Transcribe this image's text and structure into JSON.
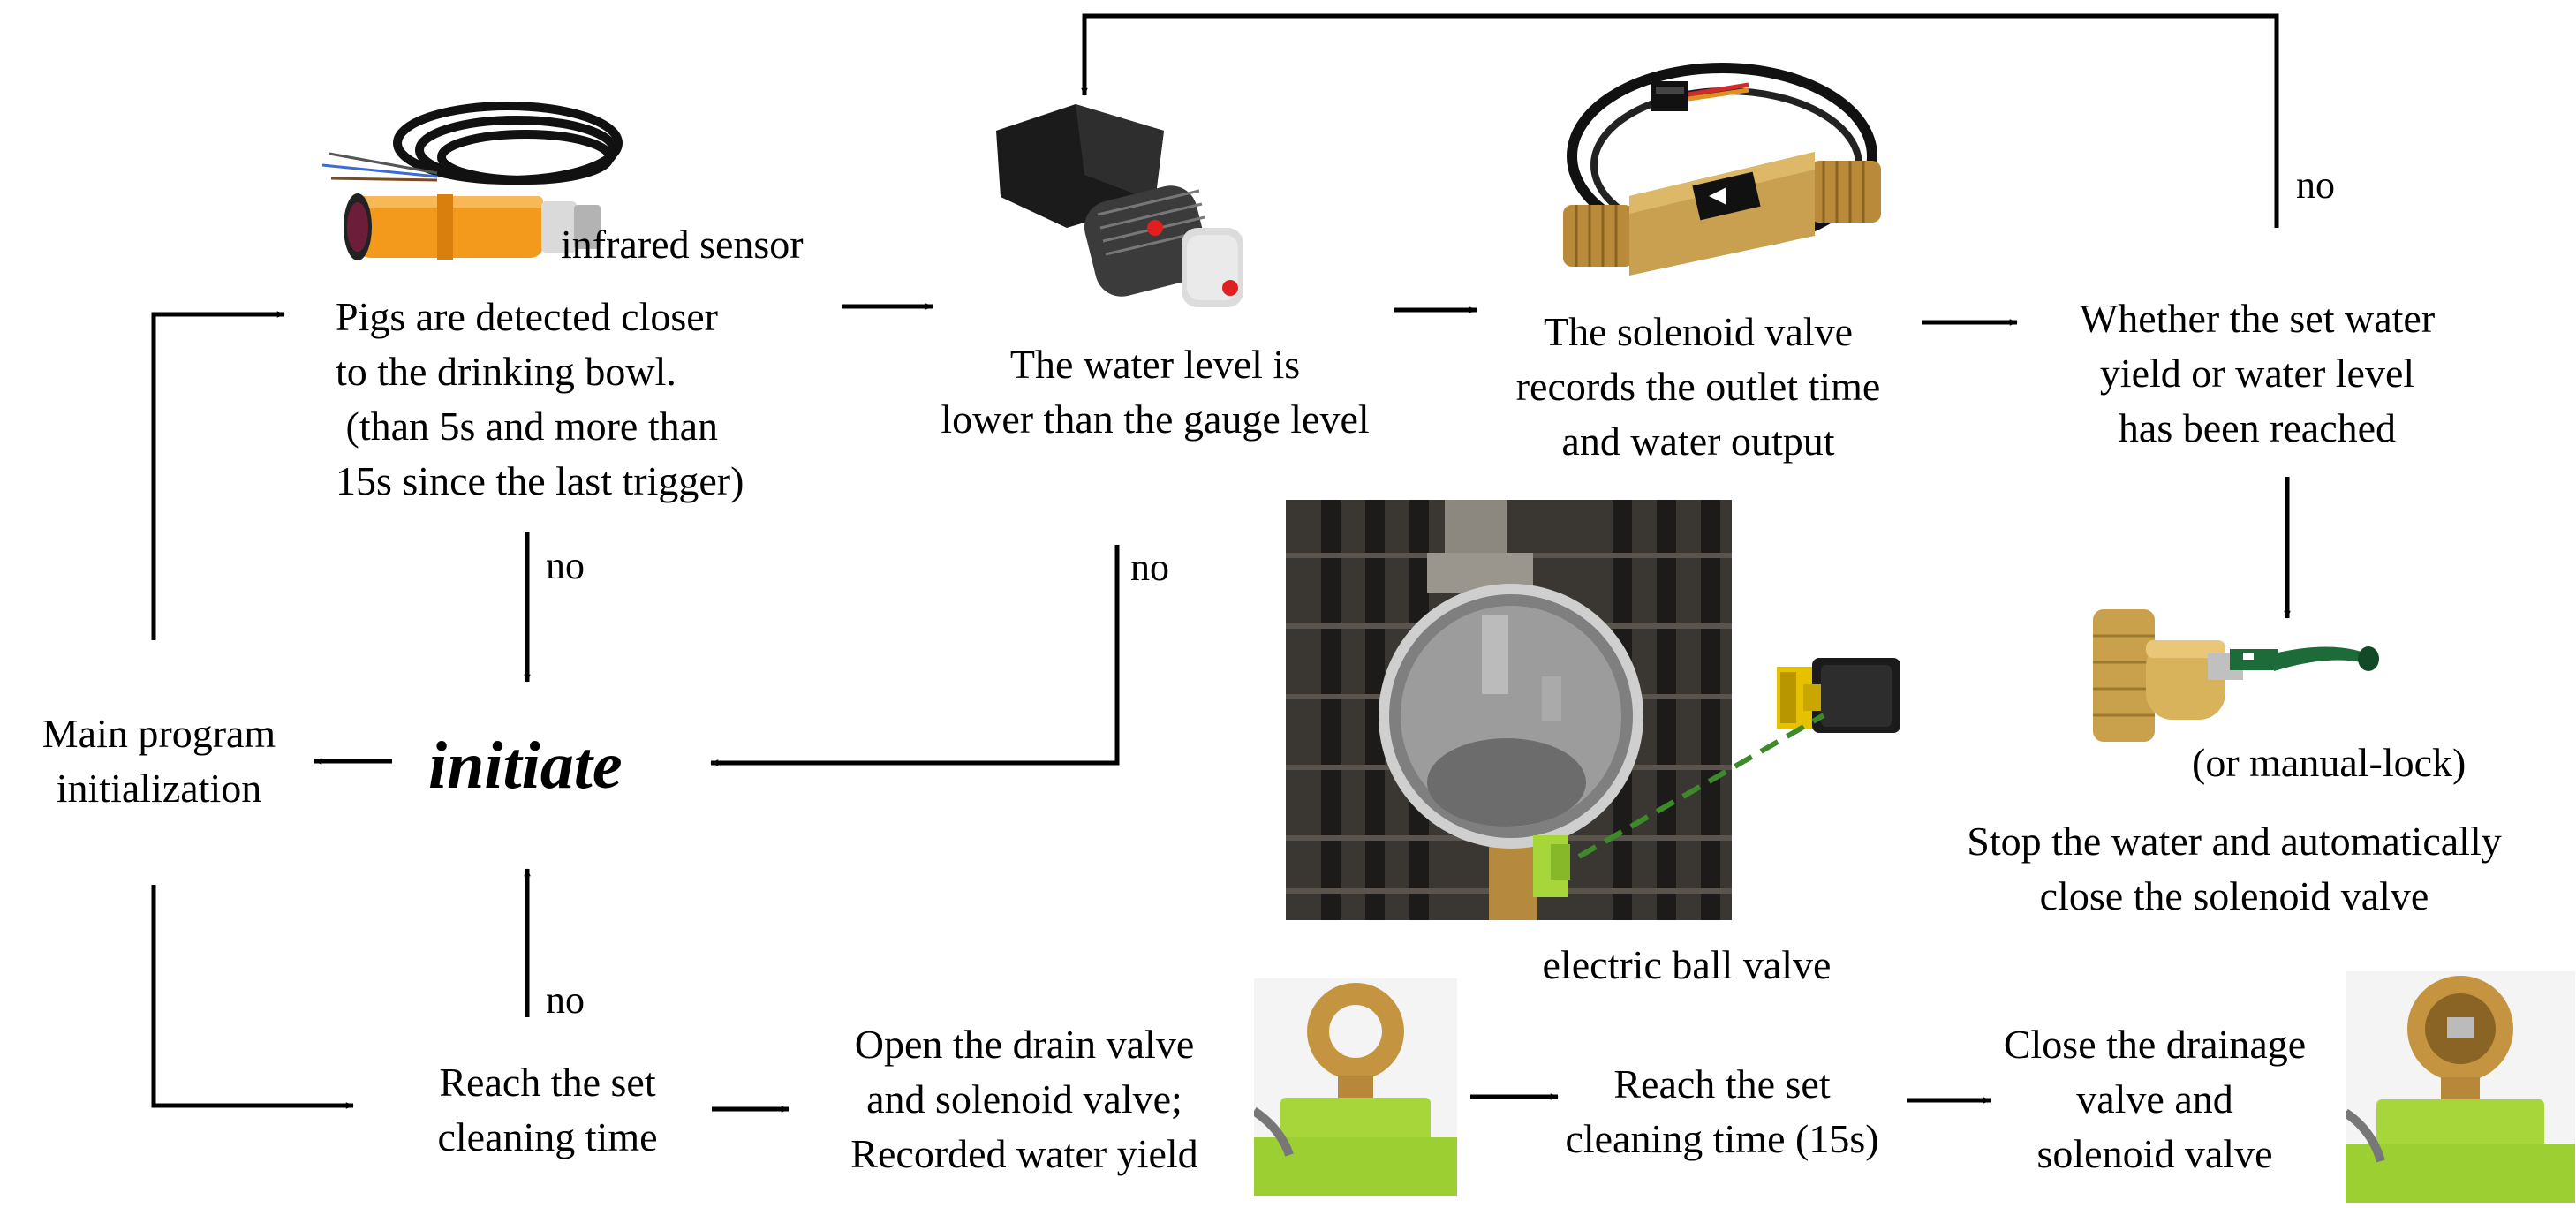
{
  "nodes": {
    "infrared_sensor": "infrared sensor",
    "pigs_detected": "Pigs are detected closer\nto the drinking bowl.\n (than 5s and more than\n15s since the last trigger)",
    "water_level": "The water level is\nlower than the gauge level",
    "solenoid_records": "The solenoid valve\nrecords the outlet time\nand water output",
    "whether_reached": "Whether the set water\nyield or water level\nhas been reached",
    "manual_lock": "(or manual-lock)",
    "stop_water": "Stop the water and automatically\nclose the solenoid valve",
    "main_init": "Main program\ninitialization",
    "initiate": "initiate",
    "electric_ball_valve": "electric ball valve",
    "reach_cleaning": "Reach the set\ncleaning time",
    "open_drain": "Open the drain valve\nand solenoid valve;\nRecorded water yield",
    "reach_cleaning_15s": "Reach the set\ncleaning time (15s)",
    "close_drainage": "Close the drainage\nvalve and\nsolenoid valve"
  },
  "edge_labels": {
    "no_top_loop": "no",
    "no_pigs": "no",
    "no_water_level": "no",
    "no_cleaning": "no"
  },
  "colors": {
    "arrow": "#000000",
    "sensor_body": "#f39a1c",
    "brass": "#c8a050",
    "valve_green": "#a6d63a",
    "dashed_link": "#3d8a2a"
  }
}
